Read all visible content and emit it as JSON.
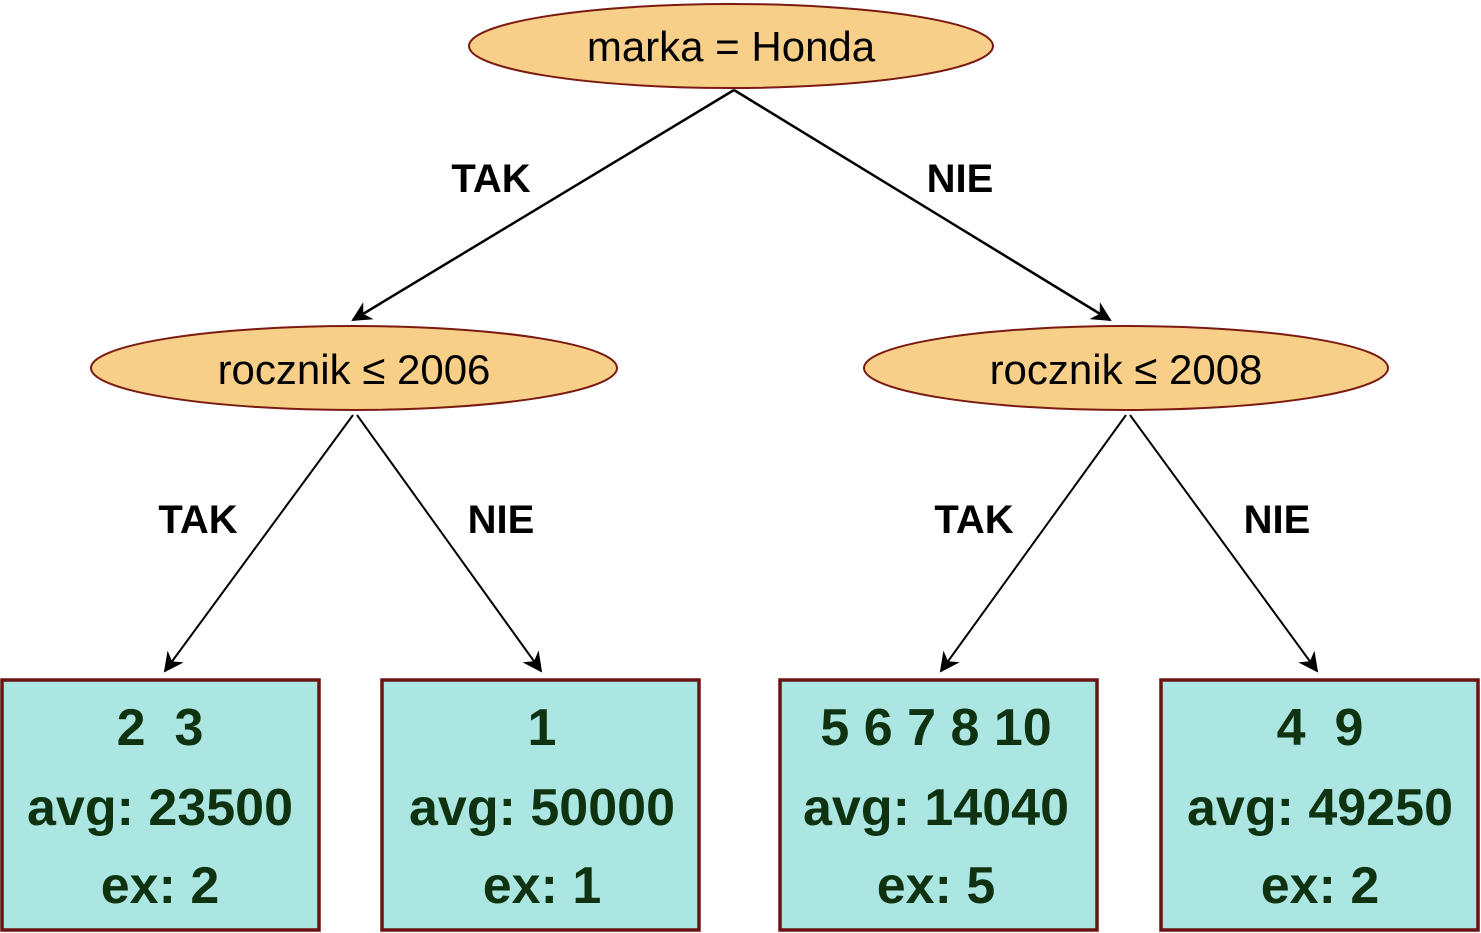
{
  "colors": {
    "node_fill": "#f7cf88",
    "node_stroke": "#7a1a10",
    "leaf_fill": "#ace6e2",
    "leaf_stroke": "#6b1313",
    "leaf_text": "#0f3310",
    "edge": "#000000"
  },
  "root": {
    "label": "marka = Honda"
  },
  "left_node": {
    "label": "rocznik ≤ 2006"
  },
  "right_node": {
    "label": "rocznik ≤ 2008"
  },
  "edges": {
    "root_left": "TAK",
    "root_right": "NIE",
    "left_left": "TAK",
    "left_right": "NIE",
    "right_left": "TAK",
    "right_right": "NIE"
  },
  "leaves": [
    {
      "ids": "2  3",
      "avg": "avg: 23500",
      "ex": "ex: 2"
    },
    {
      "ids": "1",
      "avg": "avg: 50000",
      "ex": "ex: 1"
    },
    {
      "ids": "5 6 7 8 10",
      "avg": "avg: 14040",
      "ex": "ex: 5"
    },
    {
      "ids": "4  9",
      "avg": "avg: 49250",
      "ex": "ex: 2"
    }
  ]
}
